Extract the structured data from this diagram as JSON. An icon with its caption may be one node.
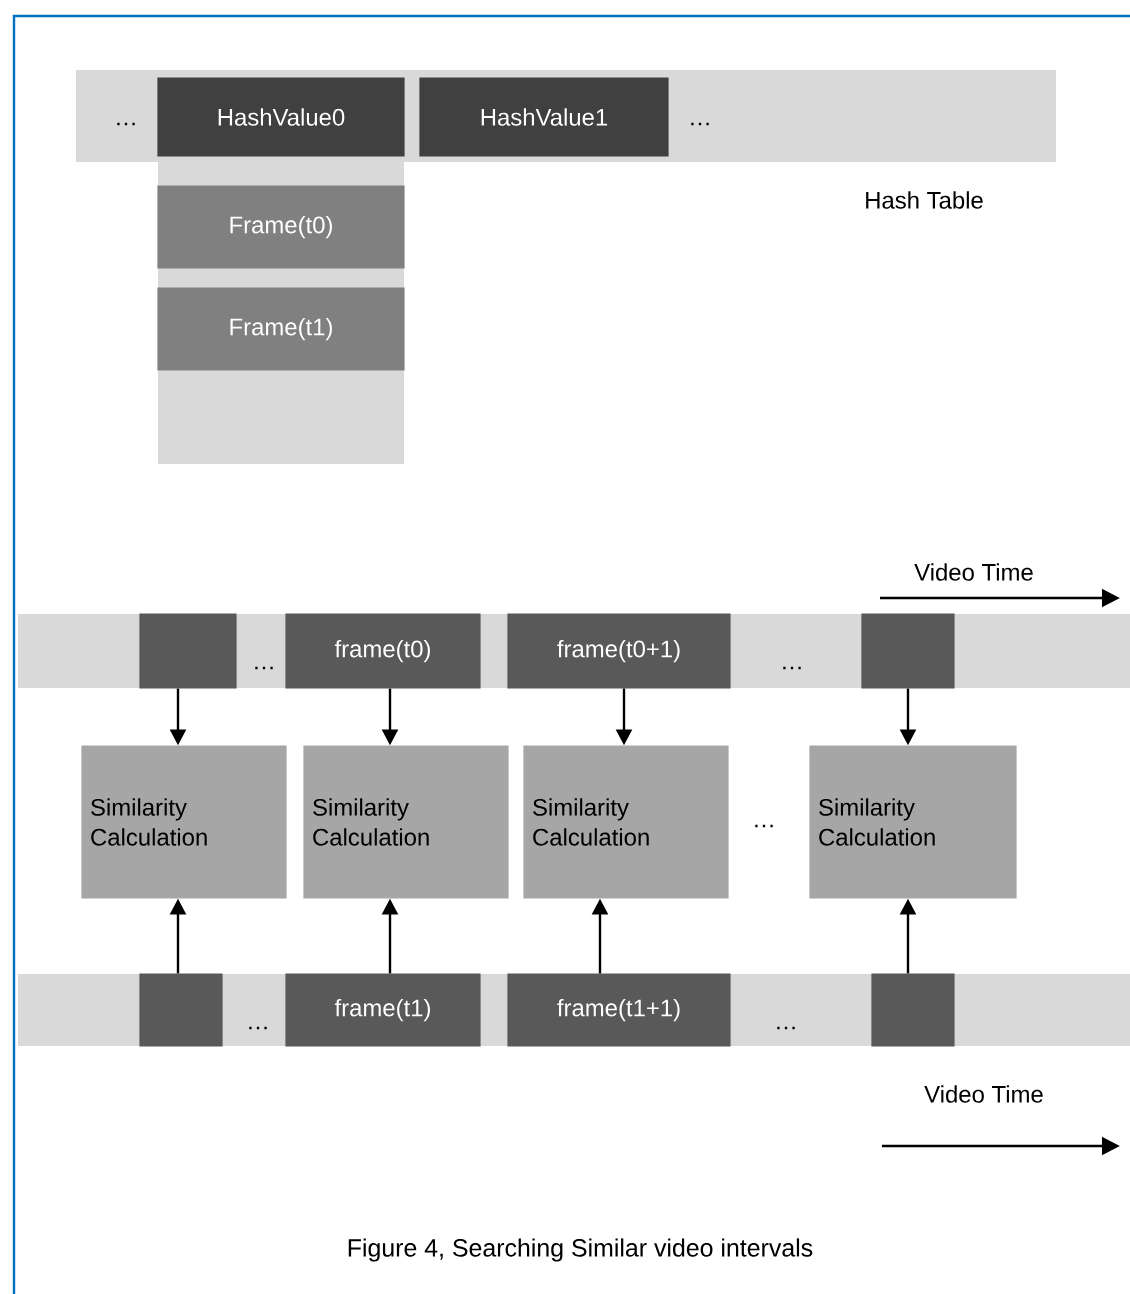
{
  "diagram": {
    "caption": "Figure 4, Searching Similar video intervals",
    "nodes": [
      {
        "text": [],
        "shape": "bar"
      },
      {
        "text": [
          "HashValue0"
        ],
        "in": 0
      },
      {
        "text": [
          "HashValue1"
        ],
        "in": 0
      },
      {
        "text": [],
        "shape": "bar"
      },
      {
        "text": [
          "Frame(t0)"
        ],
        "in": 3
      },
      {
        "text": [
          "Frame(t1)"
        ],
        "in": 3
      },
      {
        "text": [],
        "shape": "bar"
      },
      {
        "text": [],
        "shape": "box",
        "in": 6
      },
      {
        "text": [
          "frame(t0)"
        ],
        "in": 6
      },
      {
        "text": [
          "frame(t0+1)"
        ],
        "in": 6
      },
      {
        "text": [],
        "shape": "box",
        "in": 6
      },
      {
        "text": [
          "Similarity Calculation"
        ]
      },
      {
        "text": [
          "Similarity Calculation"
        ]
      },
      {
        "text": [
          "Similarity Calculation"
        ]
      },
      {
        "text": [
          "Similarity Calculation"
        ]
      },
      {
        "text": [],
        "shape": "bar"
      },
      {
        "text": [],
        "shape": "box",
        "in": 15
      },
      {
        "text": [
          "frame(t1)"
        ],
        "in": 15
      },
      {
        "text": [
          "frame(t1+1)"
        ],
        "in": 15
      },
      {
        "text": [],
        "shape": "box",
        "in": 15
      }
    ],
    "edges": [
      {
        "from": 7,
        "to": 11,
        "arrow": "to"
      },
      {
        "from": 8,
        "to": 12,
        "arrow": "to"
      },
      {
        "from": 9,
        "to": 13,
        "arrow": "to"
      },
      {
        "from": 10,
        "to": 14,
        "arrow": "to"
      },
      {
        "from": 16,
        "to": 11,
        "arrow": "to"
      },
      {
        "from": 17,
        "to": 12,
        "arrow": "to"
      },
      {
        "from": 18,
        "to": 13,
        "arrow": "to"
      },
      {
        "from": 19,
        "to": 14,
        "arrow": "to"
      }
    ],
    "labels": [
      "…",
      "…",
      "Hash Table",
      "Video Time",
      "…",
      "…",
      "…",
      "…",
      "…",
      "Video Time"
    ]
  }
}
